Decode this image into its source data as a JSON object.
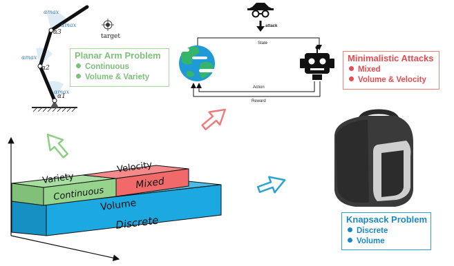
{
  "planar_arm": {
    "title": "Planar Arm Problem",
    "items": [
      "Continuous",
      "Volume & Variety"
    ],
    "target_label": "target",
    "angle_labels": {
      "a1": "α1",
      "a2": "α2",
      "a3": "α3"
    },
    "max_labels": [
      "αmax",
      "αmax",
      "αmax",
      "αmax"
    ]
  },
  "attacks": {
    "title": "Minimalistic Attacks",
    "items": [
      "Mixed",
      "Volume & Velocity"
    ],
    "attack_label": "attack",
    "state_label": "State",
    "action_label": "Action",
    "reward_label": "Reward"
  },
  "knapsack": {
    "title": "Knapsack Problem",
    "items": [
      "Discrete",
      "Volume"
    ]
  },
  "blocks": {
    "variety": "Variety",
    "continuous": "Continuous",
    "velocity": "Velocity",
    "mixed": "Mixed",
    "volume": "Volume",
    "discrete": "Discrete"
  },
  "colors": {
    "green": "#96d48e",
    "red": "#f06a6a",
    "blue": "#1ca8e0",
    "outline": "#111111",
    "arrow_green": "#8ccf84",
    "arrow_red": "#f07a7a",
    "arrow_blue": "#2aa3d4"
  }
}
